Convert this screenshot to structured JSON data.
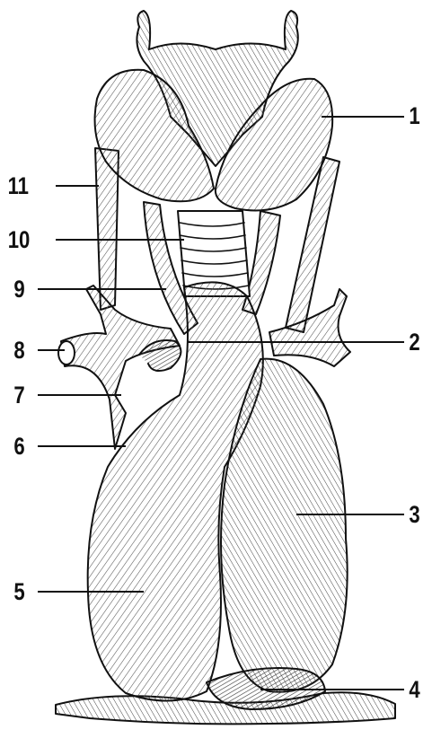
{
  "figure": {
    "callouts": [
      {
        "id": "1",
        "label": "1"
      },
      {
        "id": "2",
        "label": "2"
      },
      {
        "id": "3",
        "label": "3"
      },
      {
        "id": "4",
        "label": "4"
      },
      {
        "id": "5",
        "label": "5"
      },
      {
        "id": "6",
        "label": "6"
      },
      {
        "id": "7",
        "label": "7"
      },
      {
        "id": "8",
        "label": "8"
      },
      {
        "id": "9",
        "label": "9"
      },
      {
        "id": "10",
        "label": "10"
      },
      {
        "id": "11",
        "label": "11"
      }
    ],
    "colors": {
      "ink": "#111111",
      "paper": "#ffffff",
      "hatch": "#555555"
    }
  }
}
